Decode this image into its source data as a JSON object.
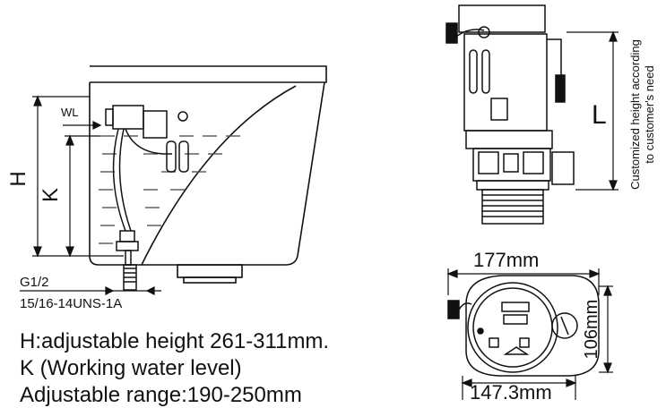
{
  "labels": {
    "h": "H",
    "k": "K",
    "wl": "WL",
    "l": "L",
    "thread_g": "G1/2",
    "thread_uns": "15/16-14UNS-1A",
    "custom_line1": "Customized height according",
    "custom_line2": "to customer's need",
    "dim_177": "177mm",
    "dim_106": "106mm",
    "dim_147": "147.3mm"
  },
  "specs": {
    "line1": "H:adjustable height 261-311mm.",
    "line2": "K (Working water level)",
    "line3": "Adjustable range:190-250mm"
  },
  "colors": {
    "ink": "#111111",
    "water": "#555555"
  }
}
